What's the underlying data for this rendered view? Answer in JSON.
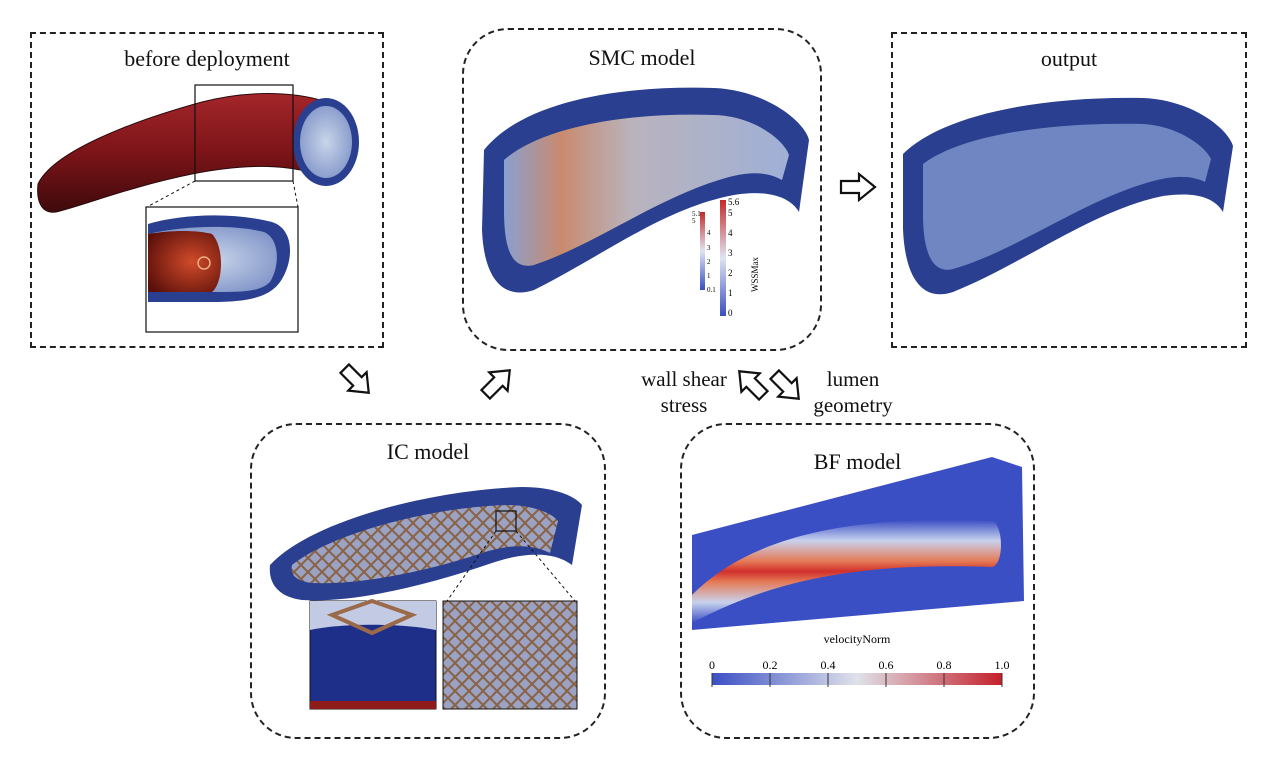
{
  "panels": {
    "before": {
      "title": "before deployment"
    },
    "smc": {
      "title": "SMC model",
      "colorbar": {
        "variable": "WSSMax",
        "ticks_inner": [
          "5.1",
          "5",
          "4",
          "3",
          "2",
          "1",
          "0.1"
        ],
        "ticks_outer": [
          "5.6",
          "5",
          "4",
          "3",
          "2",
          "1",
          "0"
        ]
      }
    },
    "output": {
      "title": "output"
    },
    "ic": {
      "title": "IC model"
    },
    "bf": {
      "title": "BF model",
      "colorbar": {
        "variable": "velocityNorm",
        "ticks": [
          "0",
          "0.2",
          "0.4",
          "0.6",
          "0.8",
          "1.0"
        ]
      }
    }
  },
  "connectors": {
    "wss_line1": "wall shear",
    "wss_line2": "stress",
    "lumen_line1": "lumen",
    "lumen_line2": "geometry"
  },
  "colors": {
    "vessel_red": "#8e1a1a",
    "vessel_blue": "#2a3f8f",
    "flow_red": "#d0302c",
    "flow_blue": "#3b4fc4"
  }
}
